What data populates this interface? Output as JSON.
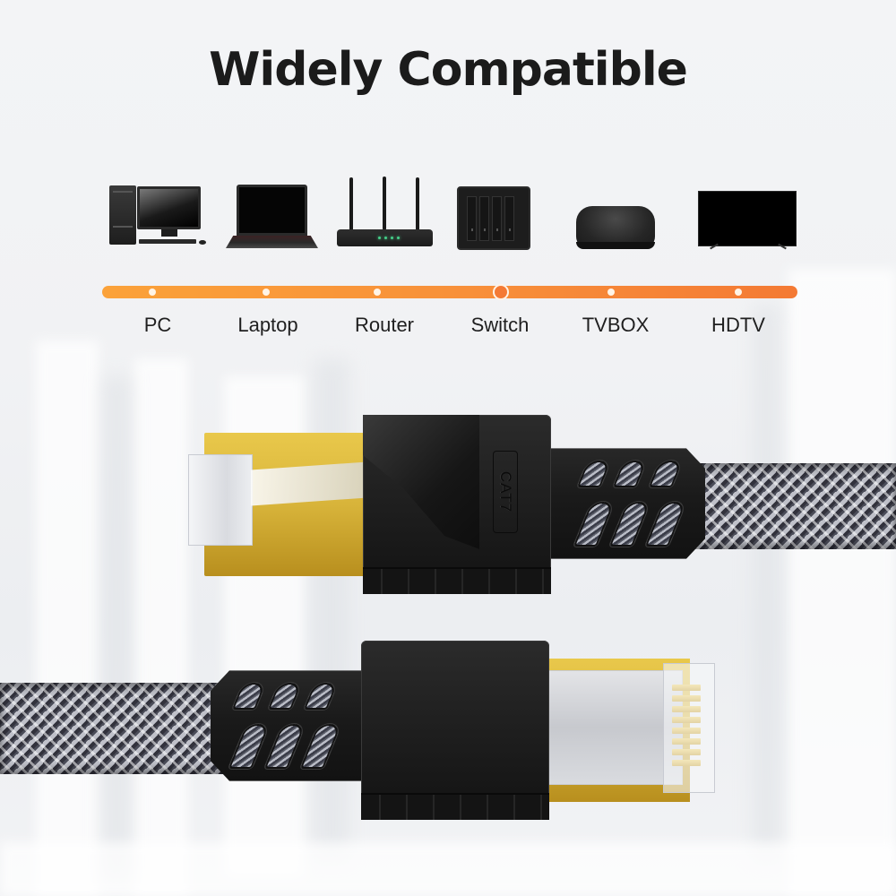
{
  "title": "Widely Compatible",
  "devices": [
    {
      "id": "pc",
      "label": "PC",
      "icon": "desktop-computer-icon"
    },
    {
      "id": "laptop",
      "label": "Laptop",
      "icon": "laptop-icon"
    },
    {
      "id": "router",
      "label": "Router",
      "icon": "wifi-router-icon"
    },
    {
      "id": "switch",
      "label": "Switch",
      "icon": "network-switch-icon"
    },
    {
      "id": "tvbox",
      "label": "TVBOX",
      "icon": "tv-box-icon"
    },
    {
      "id": "hdtv",
      "label": "HDTV",
      "icon": "television-icon"
    }
  ],
  "timeline": {
    "active_index": 3,
    "colors": {
      "start": "#fba23a",
      "end": "#f47a34",
      "dot": "#fff4e6"
    }
  },
  "product": {
    "connector_marking": "CAT7",
    "plug_color": "#d8b43a",
    "boot_color": "#1a1a1a",
    "cable_braid": "grey-white nylon"
  },
  "colors": {
    "background": "#f1f2f4",
    "title": "#1b1b1b",
    "label": "#1f1f1f"
  }
}
